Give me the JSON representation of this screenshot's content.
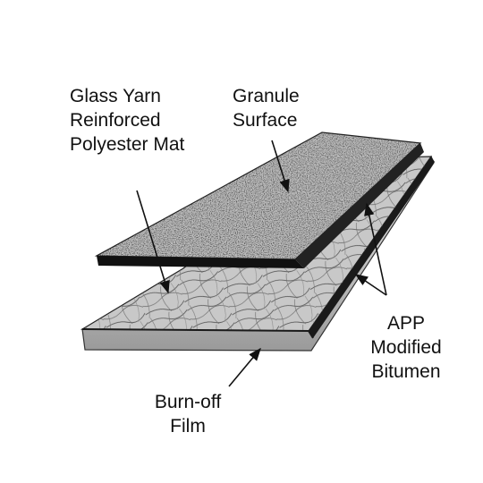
{
  "labels": {
    "mat": [
      "Glass Yarn",
      "Reinforced",
      "Polyester Mat"
    ],
    "granule": [
      "Granule",
      "Surface"
    ],
    "bitumen": [
      "APP",
      "Modified",
      "Bitumen"
    ],
    "film": [
      "Burn-off",
      "Film"
    ]
  },
  "colors": {
    "granule_base": "#bdbdbd",
    "mat_base": "#c9c9c9",
    "bitumen_edge": "#1a1a1a",
    "film": "#d8d8d8",
    "ink": "#111111"
  }
}
